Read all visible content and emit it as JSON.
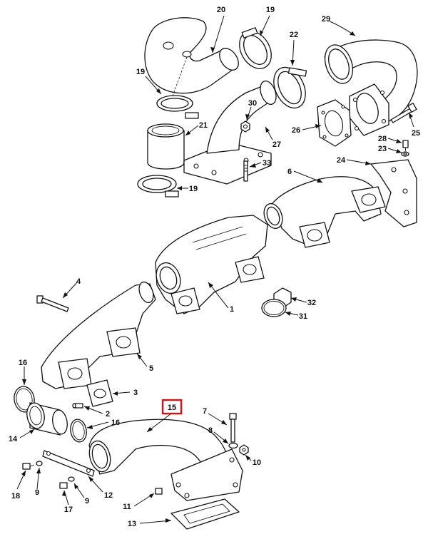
{
  "callouts": [
    {
      "id": "c1",
      "text": "1"
    },
    {
      "id": "c2",
      "text": "2"
    },
    {
      "id": "c3",
      "text": "3"
    },
    {
      "id": "c4",
      "text": "4"
    },
    {
      "id": "c5",
      "text": "5"
    },
    {
      "id": "c6",
      "text": "6"
    },
    {
      "id": "c7",
      "text": "7"
    },
    {
      "id": "c8",
      "text": "8"
    },
    {
      "id": "c9a",
      "text": "9"
    },
    {
      "id": "c9b",
      "text": "9"
    },
    {
      "id": "c10",
      "text": "10"
    },
    {
      "id": "c11",
      "text": "11"
    },
    {
      "id": "c12",
      "text": "12"
    },
    {
      "id": "c13",
      "text": "13"
    },
    {
      "id": "c14",
      "text": "14"
    },
    {
      "id": "c15",
      "text": "15",
      "highlighted": true
    },
    {
      "id": "c16a",
      "text": "16"
    },
    {
      "id": "c16b",
      "text": "16"
    },
    {
      "id": "c17",
      "text": "17"
    },
    {
      "id": "c18",
      "text": "18"
    },
    {
      "id": "c19a",
      "text": "19"
    },
    {
      "id": "c19b",
      "text": "19"
    },
    {
      "id": "c19c",
      "text": "19"
    },
    {
      "id": "c20",
      "text": "20"
    },
    {
      "id": "c21",
      "text": "21"
    },
    {
      "id": "c22",
      "text": "22"
    },
    {
      "id": "c23",
      "text": "23"
    },
    {
      "id": "c24",
      "text": "24"
    },
    {
      "id": "c25",
      "text": "25"
    },
    {
      "id": "c26",
      "text": "26"
    },
    {
      "id": "c27",
      "text": "27"
    },
    {
      "id": "c28",
      "text": "28"
    },
    {
      "id": "c29",
      "text": "29"
    },
    {
      "id": "c30",
      "text": "30"
    },
    {
      "id": "c31",
      "text": "31"
    },
    {
      "id": "c32",
      "text": "32"
    },
    {
      "id": "c33",
      "text": "33"
    }
  ],
  "colors": {
    "line": "#111111",
    "highlight": "#d21414",
    "background": "#ffffff"
  }
}
